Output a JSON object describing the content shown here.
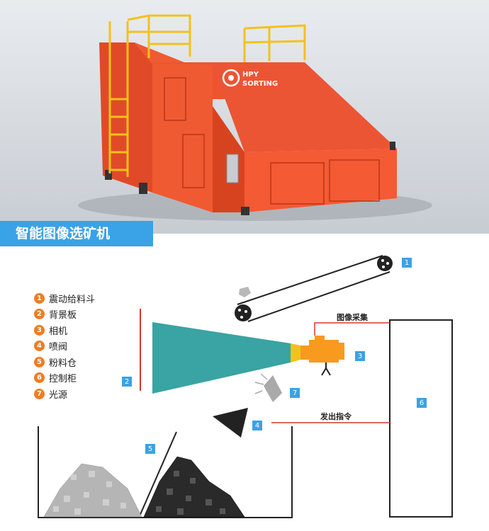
{
  "banner_title": "智能图像选矿机",
  "brand": {
    "line1": "HPY",
    "line2": "SORTING"
  },
  "legend": [
    {
      "num": "1",
      "label": "震动给料斗"
    },
    {
      "num": "2",
      "label": "背景板"
    },
    {
      "num": "3",
      "label": "相机"
    },
    {
      "num": "4",
      "label": "喷阀"
    },
    {
      "num": "5",
      "label": "粉料仓"
    },
    {
      "num": "6",
      "label": "控制柜"
    },
    {
      "num": "7",
      "label": "光源"
    }
  ],
  "tags": [
    "1",
    "2",
    "3",
    "4",
    "5",
    "6",
    "7"
  ],
  "signals": {
    "image_capture": "图像采集",
    "send_command": "发出指令"
  },
  "colors": {
    "machine": "#f0502e",
    "rail": "#f2c21c",
    "accent": "#3aa2e6",
    "legend_badge": "#f07c22",
    "camera": "#f79a1e",
    "light_beam": "#3aa3a3",
    "signal_line": "#d9362b"
  }
}
